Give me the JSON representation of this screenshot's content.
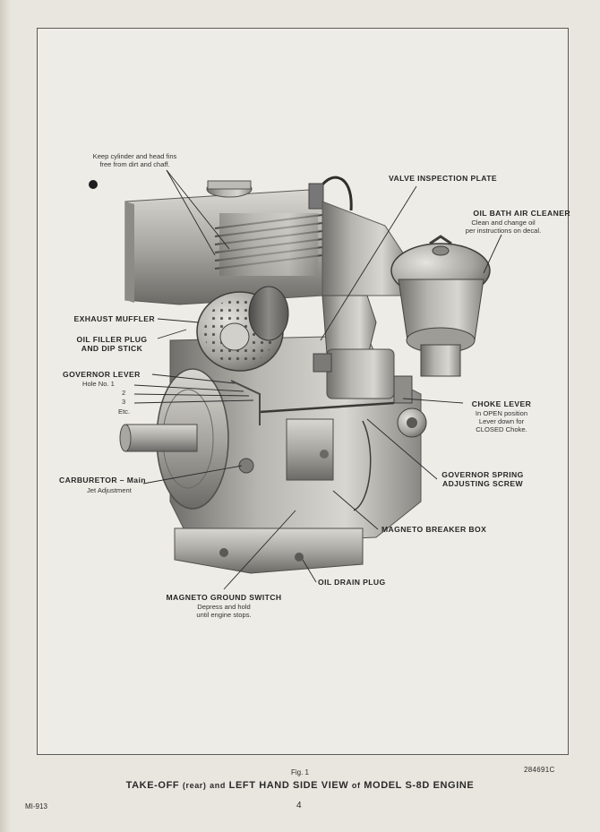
{
  "figure": {
    "fig_label": "Fig. 1",
    "title_part1": "TAKE-OFF",
    "title_part2": "(rear)",
    "title_part3": "and",
    "title_part4": "LEFT HAND SIDE VIEW",
    "title_part5": "of",
    "title_part6": "MODEL S-8D ENGINE",
    "photo_code": "284691C"
  },
  "footer": {
    "doc_code": "MI-913",
    "page_number": "4"
  },
  "callouts": {
    "fins_note_line1": "Keep cylinder and head fins",
    "fins_note_line2": "free from dirt and chaff.",
    "valve_plate": "VALVE INSPECTION PLATE",
    "air_cleaner": "OIL BATH AIR CLEANER",
    "air_cleaner_note1": "Clean and change oil",
    "air_cleaner_note2": "per instructions on decal.",
    "exhaust_muffler": "EXHAUST MUFFLER",
    "oil_filler_line1": "OIL FILLER PLUG",
    "oil_filler_line2": "AND DIP STICK",
    "governor_lever": "GOVERNOR LEVER",
    "hole_1": "Hole No. 1",
    "hole_2": "2",
    "hole_3": "3",
    "hole_etc": "Etc.",
    "choke_lever": "CHOKE LEVER",
    "choke_note1": "In OPEN position",
    "choke_note2": "Lever down for",
    "choke_note3": "CLOSED Choke.",
    "carburetor": "CARBURETOR – Main",
    "carburetor_note": "Jet Adjustment",
    "governor_spring1": "GOVERNOR SPRING",
    "governor_spring2": "ADJUSTING SCREW",
    "magneto_breaker": "MAGNETO BREAKER BOX",
    "oil_drain": "OIL DRAIN PLUG",
    "magneto_ground": "MAGNETO GROUND SWITCH",
    "magneto_note1": "Depress and hold",
    "magneto_note2": "until engine stops."
  }
}
